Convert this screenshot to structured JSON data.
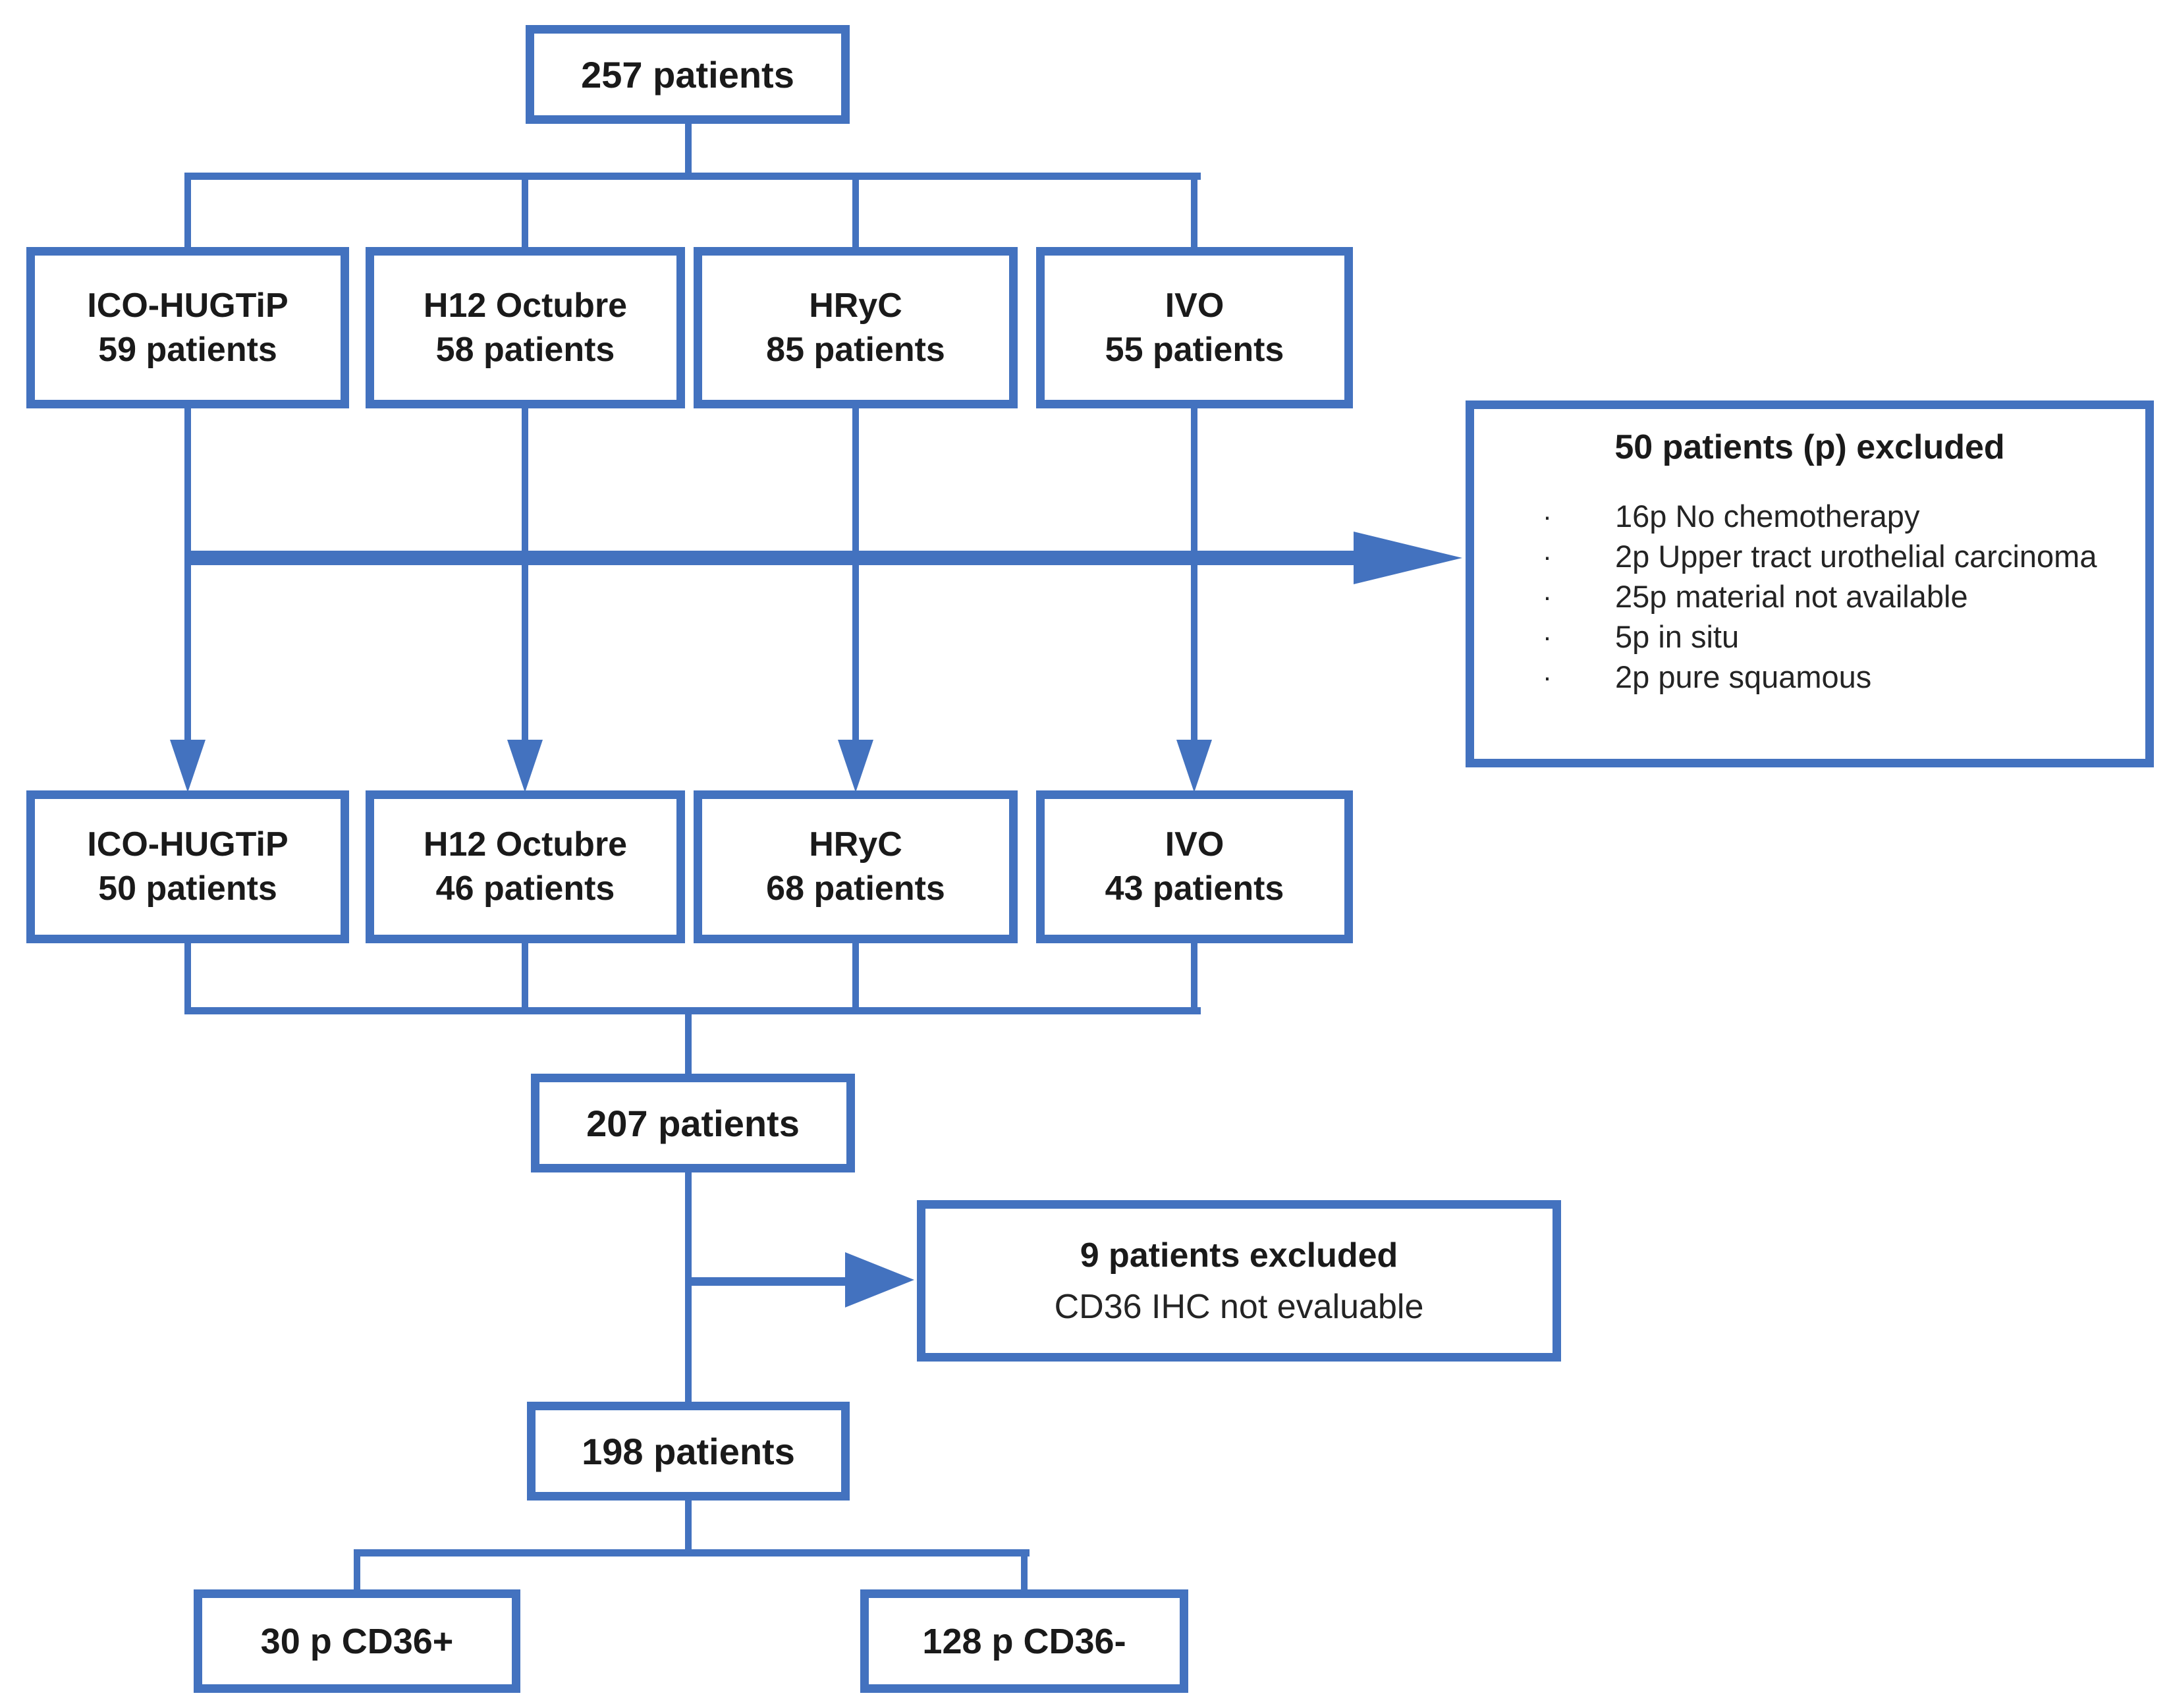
{
  "colors": {
    "blue": "#4372bf",
    "ink": "#1a1a1a",
    "ink2": "#242424"
  },
  "flow": {
    "total": {
      "label": "257 patients"
    },
    "centers_initial": [
      {
        "name": "ICO-HUGTiP",
        "count": "59 patients"
      },
      {
        "name": "H12 Octubre",
        "count": "58 patients"
      },
      {
        "name": "HRyC",
        "count": "85 patients"
      },
      {
        "name": "IVO",
        "count": "55 patients"
      }
    ],
    "exclusion_primary": {
      "title": "50 patients (p) excluded",
      "bullet": "·",
      "items": [
        "16p No chemotherapy",
        "2p Upper tract urothelial carcinoma",
        "25p material not available",
        "5p in situ",
        "2p pure squamous"
      ]
    },
    "centers_included": [
      {
        "name": "ICO-HUGTiP",
        "count": "50 patients"
      },
      {
        "name": "H12 Octubre",
        "count": "46 patients"
      },
      {
        "name": "HRyC",
        "count": "68 patients"
      },
      {
        "name": "IVO",
        "count": "43 patients"
      }
    ],
    "pooled": {
      "label": "207 patients"
    },
    "exclusion_secondary": {
      "title": "9 patients excluded",
      "reason": "CD36 IHC not evaluable"
    },
    "evaluable": {
      "label": "198 patients"
    },
    "cd36_positive": {
      "label": "30 p CD36+"
    },
    "cd36_negative": {
      "label": "128 p CD36-"
    }
  }
}
